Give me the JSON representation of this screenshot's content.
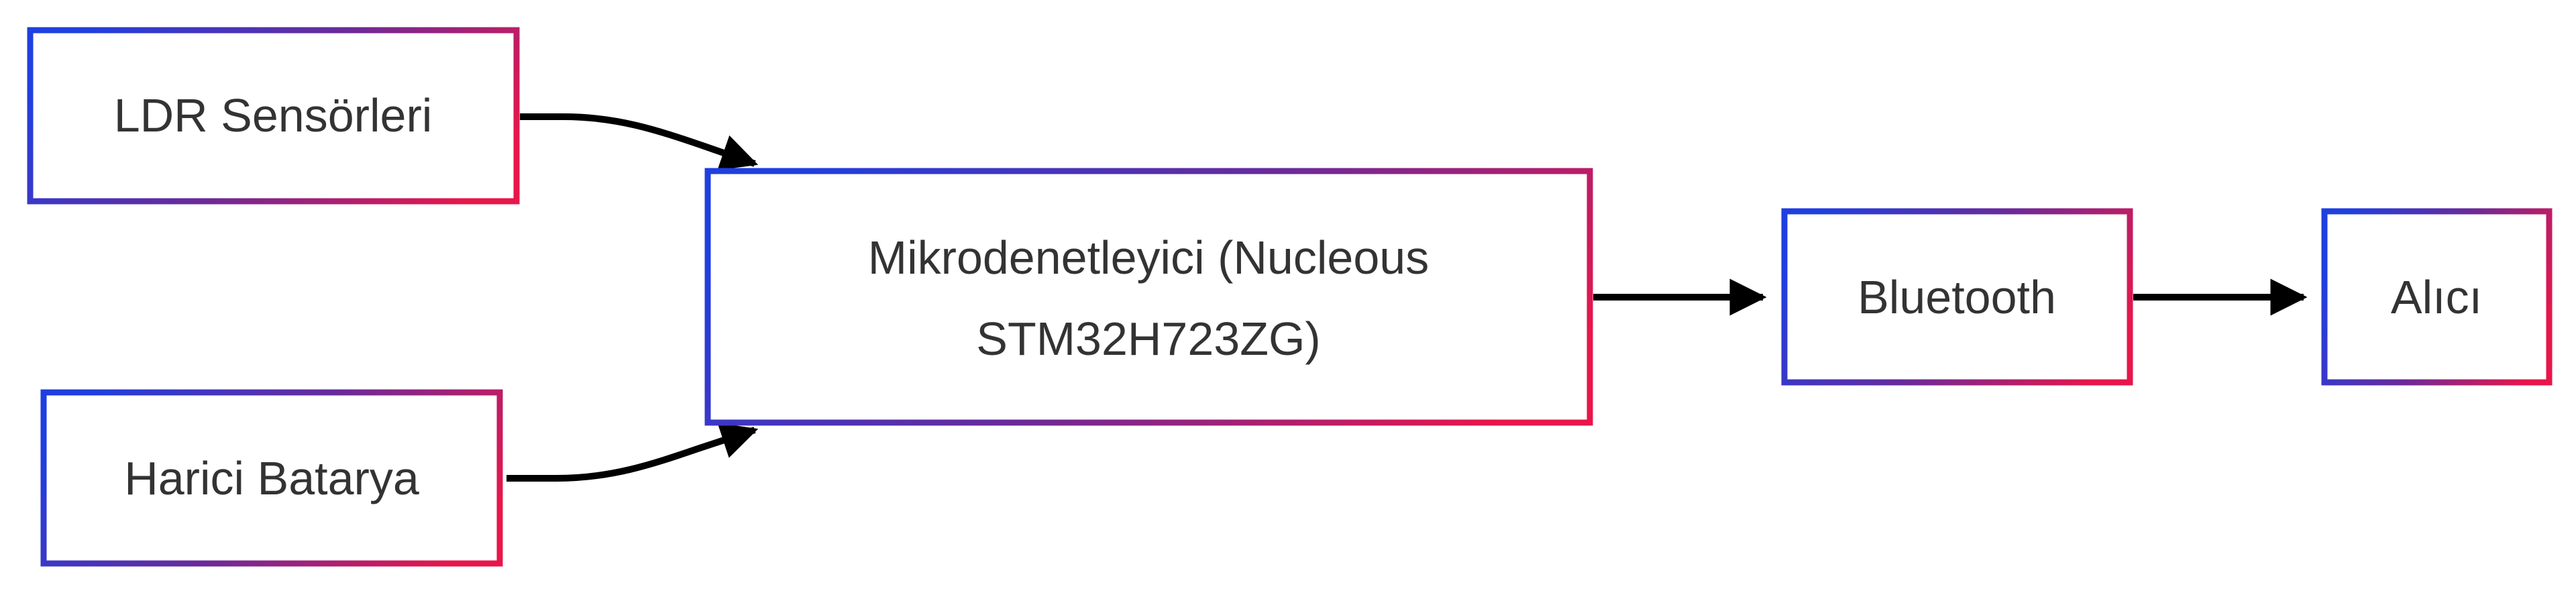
{
  "nodes": {
    "ldr": {
      "label": "LDR Sensörleri"
    },
    "battery": {
      "label": "Harici Batarya"
    },
    "mcu": {
      "label_line1": "Mikrodenetleyici (Nucleous",
      "label_line2": "STM32H723ZG)"
    },
    "bluetooth": {
      "label": "Bluetooth"
    },
    "receiver": {
      "label": "Alıcı"
    }
  },
  "edges": [
    {
      "from": "LDR Sensörleri",
      "to": "Mikrodenetleyici (Nucleous STM32H723ZG)"
    },
    {
      "from": "Harici Batarya",
      "to": "Mikrodenetleyici (Nucleous STM32H723ZG)"
    },
    {
      "from": "Mikrodenetleyici (Nucleous STM32H723ZG)",
      "to": "Bluetooth"
    },
    {
      "from": "Bluetooth",
      "to": "Alıcı"
    }
  ],
  "colors": {
    "border_gradient_start": "#1f3fe0",
    "border_gradient_mid": "#6a2a9a",
    "border_gradient_end": "#e8164a",
    "edge": "#000000",
    "text": "#333333",
    "background": "#ffffff"
  }
}
